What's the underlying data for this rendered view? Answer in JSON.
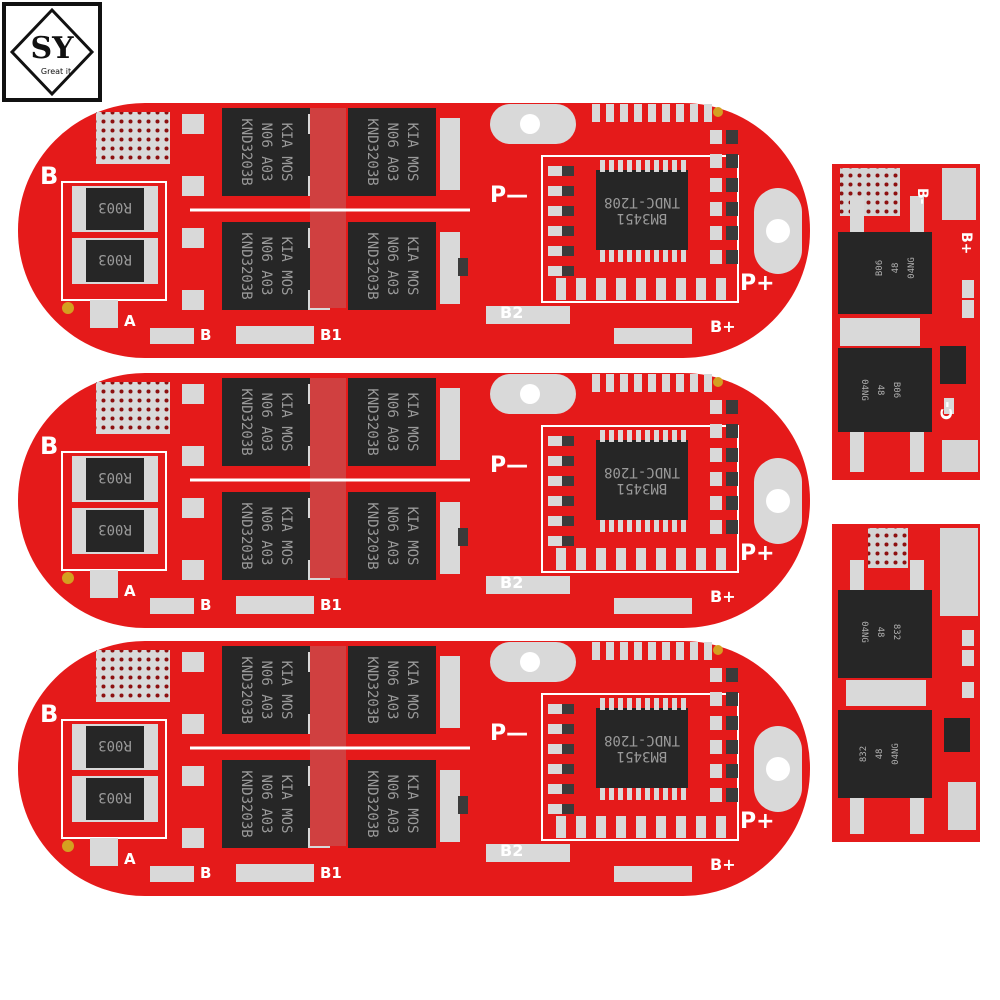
{
  "logo": {
    "monogram": "SY",
    "tagline": "Great it"
  },
  "colors": {
    "pcb": "#e51a1a",
    "pcb_dark": "#b80f10",
    "pad": "#d9d9d9",
    "chip": "#262626",
    "silk": "#ffffff"
  },
  "large_board": {
    "labels": {
      "b_top": "B",
      "a": "A",
      "b": "B",
      "b1": "B1",
      "b2": "B2",
      "p_minus": "P—",
      "p_plus": "P+",
      "b_plus": "B+"
    },
    "resistor_text": "R003",
    "mosfet_lines": [
      "KIA MOS",
      "N06 A03",
      "KND3203B"
    ],
    "ic_lines": [
      "BM3451",
      "TNDC-T208"
    ]
  },
  "small_board_top": {
    "labels": {
      "b_minus": "B-",
      "b_plus": "B+",
      "c_minus": "C-"
    },
    "mosfet_lines": [
      "B06",
      "48",
      "04NG"
    ]
  },
  "small_board_bottom": {
    "mosfet_lines": [
      "832",
      "48",
      "04NG"
    ]
  }
}
